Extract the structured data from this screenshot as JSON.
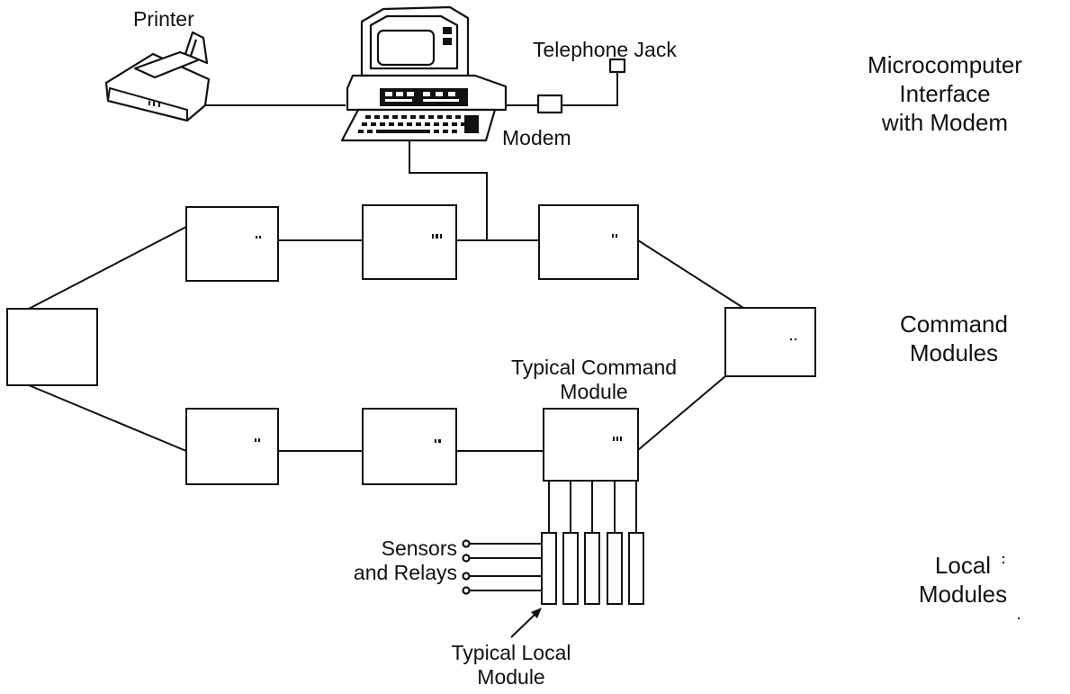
{
  "devices": {
    "printer": "Printer",
    "telephone_jack": "Telephone Jack",
    "modem": "Modem",
    "computer": "microcomputer",
    "sensor_count": 4,
    "local_module_count": 5
  },
  "labels": {
    "interface_line1": "Microcomputer",
    "interface_line2": "Interface",
    "interface_line3": "with Modem",
    "command_line1": "Command",
    "command_line2": "Modules",
    "local_line1": "Local",
    "local_line2": "Modules",
    "typical_command_line1": "Typical Command",
    "typical_command_line2": "Module",
    "sensors_line1": "Sensors",
    "sensors_line2": "and Relays",
    "typical_local_line1": "Typical Local",
    "typical_local_line2": "Module"
  },
  "command_modules": [
    {
      "id": "top-left"
    },
    {
      "id": "top-middle"
    },
    {
      "id": "top-right"
    },
    {
      "id": "left"
    },
    {
      "id": "right"
    },
    {
      "id": "bottom-left"
    },
    {
      "id": "bottom-middle"
    },
    {
      "id": "typical"
    }
  ]
}
